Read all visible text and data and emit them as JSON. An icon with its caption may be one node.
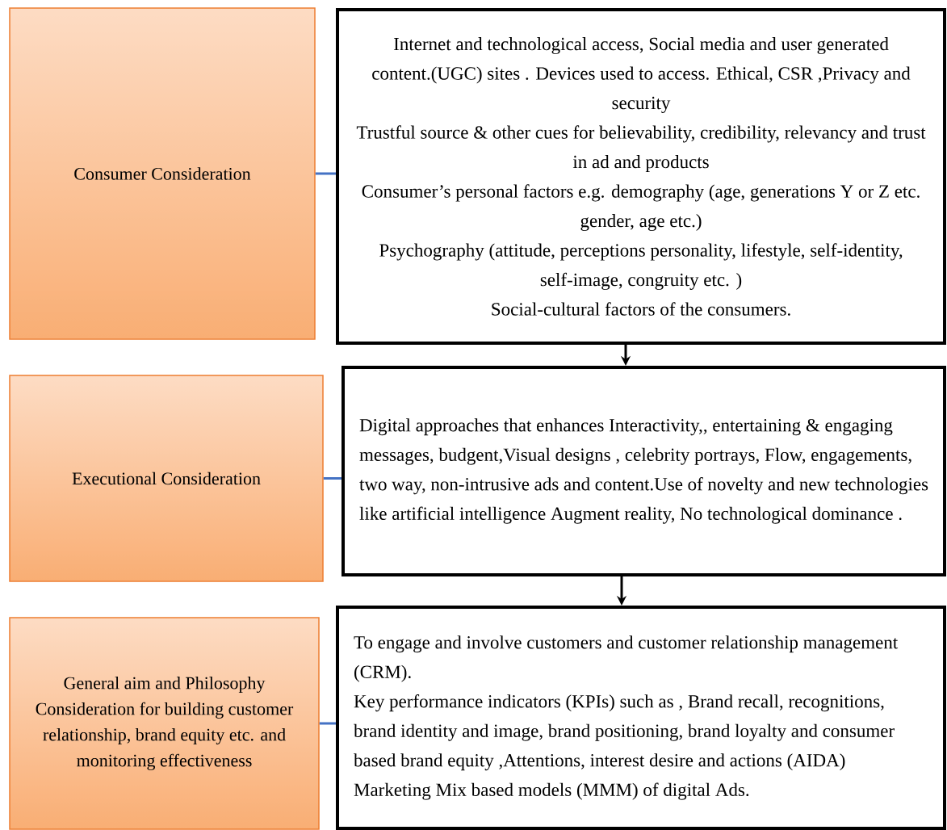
{
  "diagram": {
    "nodes": [
      {
        "text": [
          "Consumer Consideration"
        ]
      },
      {
        "text": [
          "Internet and technological access, Social media and user generated content.(UGC) sites . Devices used to access. Ethical, CSR ,Privacy and security",
          "Trustful source & other cues for believability, credibility, relevancy  and trust in ad and products",
          "Consumer’s personal factors e.g. demography (age,  generations Y or  Z etc. gender, age etc.)",
          "Psychography (attitude, perceptions personality, lifestyle, self-identity, self-image, congruity etc. )",
          "Social-cultural factors of the consumers."
        ]
      },
      {
        "text": [
          "Executional Consideration"
        ]
      },
      {
        "text": [
          "Digital approaches that enhances Interactivity,, entertaining & engaging messages, budgent,Visual designs , celebrity portrays, Flow, engagements, two way, non-intrusive ads and content.Use of novelty and new technologies like artificial intelligence Augment reality, No technological dominance ."
        ]
      },
      {
        "text": [
          "General aim and Philosophy Consideration  for building customer relationship, brand equity etc.  and monitoring effectiveness"
        ]
      },
      {
        "text": [
          "To engage and involve customers and customer relationship management (CRM).",
          "Key performance indicators (KPIs) such as , Brand recall, recognitions, brand identity and  image, brand positioning, brand loyalty and consumer based brand equity ,Attentions, interest desire and actions (AIDA)",
          "Marketing Mix based models (MMM) of digital Ads."
        ]
      }
    ],
    "edges": [
      {
        "from": 0,
        "to": 1,
        "arrow": "none"
      },
      {
        "from": 2,
        "to": 3,
        "arrow": "none"
      },
      {
        "from": 4,
        "to": 5,
        "arrow": "none"
      },
      {
        "from": 1,
        "to": 3,
        "arrow": "to",
        "color": "#000000"
      },
      {
        "from": 3,
        "to": 5,
        "arrow": "to",
        "color": "#000000"
      }
    ]
  }
}
